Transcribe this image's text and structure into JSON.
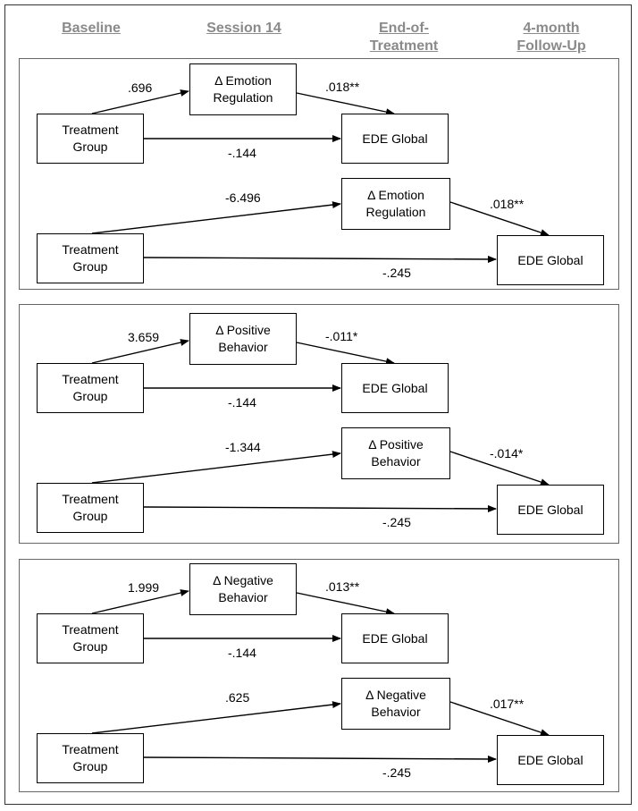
{
  "headers": {
    "baseline": "Baseline",
    "session14": "Session 14",
    "end_of_treatment_1": "End-of-",
    "end_of_treatment_2": "Treatment",
    "followup_1": "4-month",
    "followup_2": "Follow-Up"
  },
  "panels": [
    {
      "mediator": [
        "Δ Emotion",
        "Regulation"
      ],
      "top": {
        "treatment": [
          "Treatment",
          "Group"
        ],
        "a": ".696",
        "b": ".018**",
        "c": "-.144",
        "outcome": "EDE Global"
      },
      "bottom": {
        "treatment": [
          "Treatment",
          "Group"
        ],
        "a": "-6.496",
        "b": ".018**",
        "c": "-.245",
        "outcome": "EDE Global"
      }
    },
    {
      "mediator": [
        "Δ Positive",
        "Behavior"
      ],
      "top": {
        "treatment": [
          "Treatment",
          "Group"
        ],
        "a": "3.659",
        "b": "-.011*",
        "c": "-.144",
        "outcome": "EDE Global"
      },
      "bottom": {
        "treatment": [
          "Treatment",
          "Group"
        ],
        "a": "-1.344",
        "b": "-.014*",
        "c": "-.245",
        "outcome": "EDE Global"
      }
    },
    {
      "mediator": [
        "Δ Negative",
        "Behavior"
      ],
      "top": {
        "treatment": [
          "Treatment",
          "Group"
        ],
        "a": "1.999",
        "b": ".013**",
        "c": "-.144",
        "outcome": "EDE Global"
      },
      "bottom": {
        "treatment": [
          "Treatment",
          "Group"
        ],
        "a": ".625",
        "b": ".017**",
        "c": "-.245",
        "outcome": "EDE Global"
      }
    }
  ]
}
